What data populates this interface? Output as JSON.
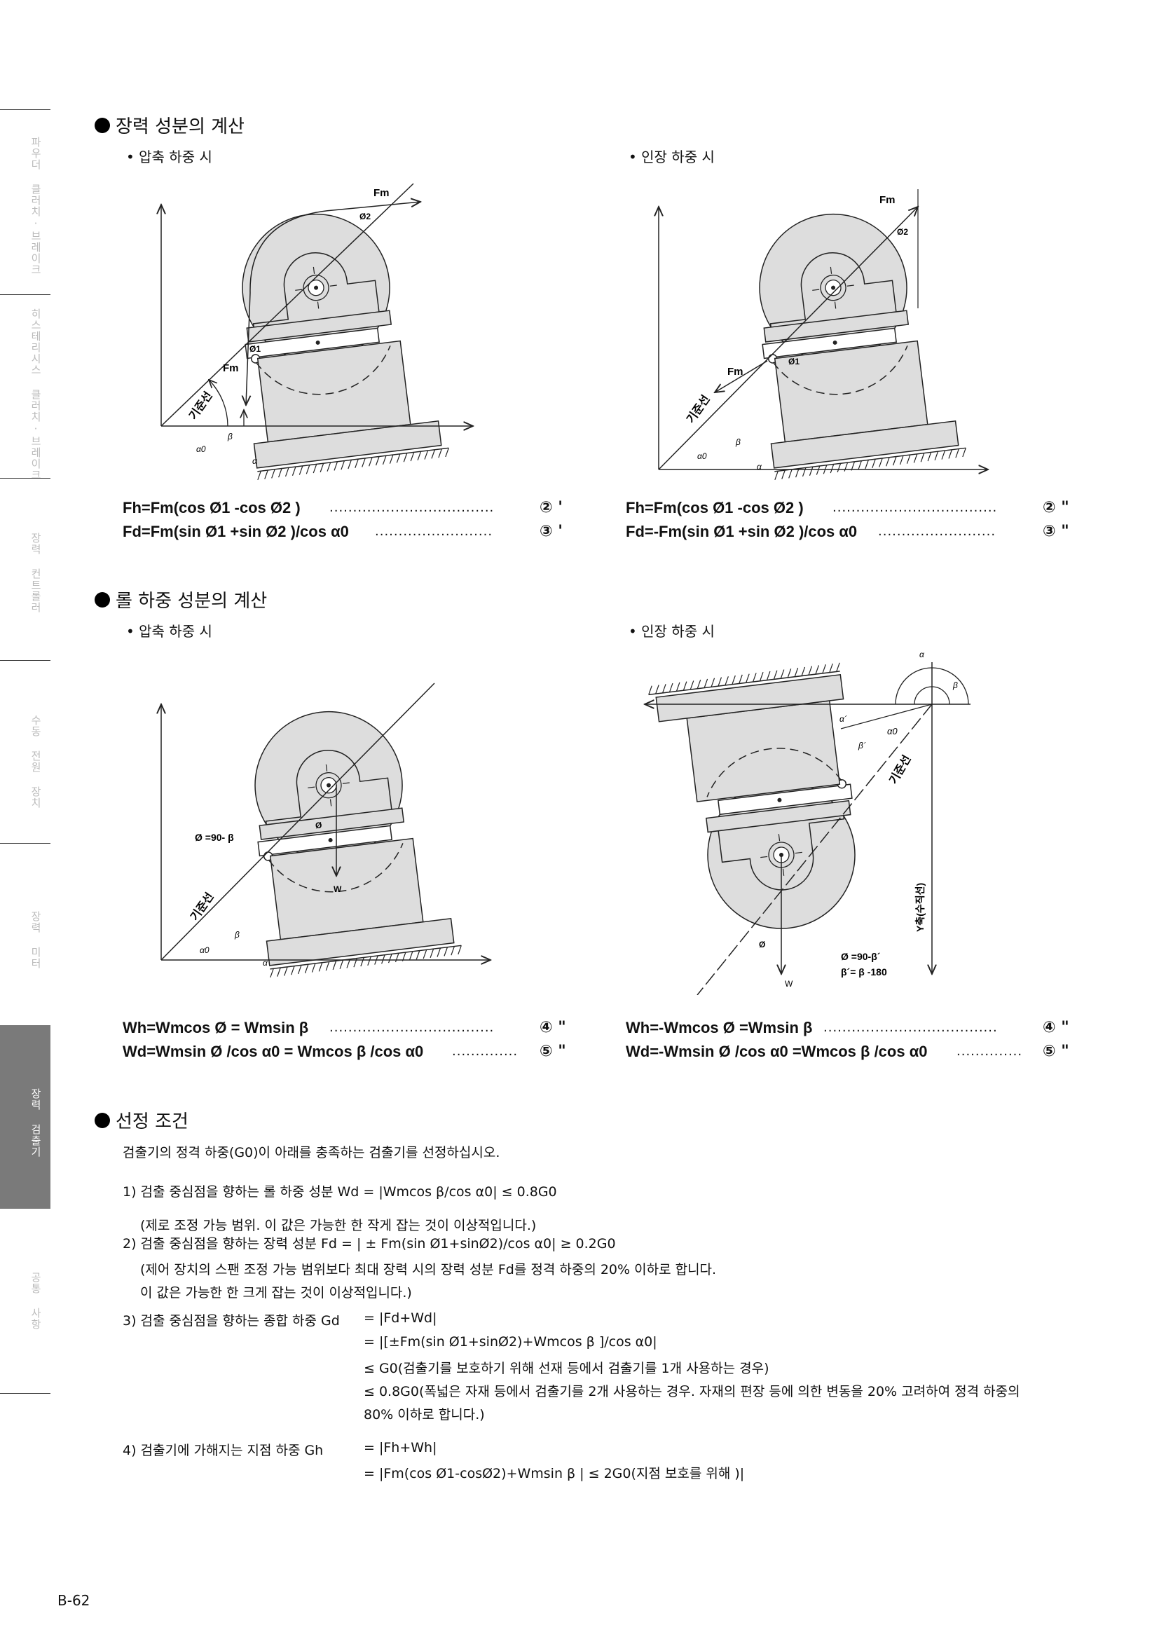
{
  "sidebar": {
    "items": [
      {
        "label": "파우더 클러치·브레이크"
      },
      {
        "label": "히스테리시스 클러치·브레이크"
      },
      {
        "label": "장력 컨트롤러"
      },
      {
        "label": "수동 전원 장치"
      },
      {
        "label": "장력 미터"
      },
      {
        "label": "장력 검출기",
        "active": true
      },
      {
        "label": "공통 사항"
      }
    ],
    "active_color": "#7a7a7a"
  },
  "section1": {
    "title": "장력 성분의 계산",
    "left_sub": "• 압축 하중 시",
    "right_sub": "• 인장 하중 시",
    "left_diagram": {
      "fm_top": "Fm",
      "phi2": "Ø2",
      "phi1": "Ø1",
      "fm_left": "Fm",
      "ref_line": "기준선",
      "beta": "β",
      "alpha0": "α0",
      "alpha": "α"
    },
    "right_diagram": {
      "fm_top": "Fm",
      "phi2": "Ø2",
      "phi1": "Ø1",
      "fm_left": "Fm",
      "ref_line": "기준선",
      "beta": "β",
      "alpha0": "α0",
      "alpha": "α"
    },
    "formulas_left": [
      {
        "text": "Fh=Fm(cos Ø1 -cos Ø2 )",
        "ref": "② '"
      },
      {
        "text": "Fd=Fm(sin Ø1 +sin Ø2 )/cos α0",
        "ref": "③ '"
      }
    ],
    "formulas_right": [
      {
        "text": "Fh=Fm(cos Ø1 -cos Ø2 )",
        "ref": "② \""
      },
      {
        "text": "Fd=-Fm(sin Ø1 +sin Ø2 )/cos α0",
        "ref": "③ \""
      }
    ]
  },
  "section2": {
    "title": "롤 하중 성분의 계산",
    "left_sub": "• 압축 하중 시",
    "right_sub": "• 인장 하중 시",
    "left_diagram": {
      "phi_eq": "Ø =90- β",
      "phi": "Ø",
      "w": "W",
      "ref_line": "기준선",
      "beta": "β",
      "alpha0": "α0",
      "alpha": "α"
    },
    "right_diagram": {
      "alpha": "α",
      "beta": "β",
      "alpha_p": "α´",
      "alpha0": "α0",
      "beta_p": "β´",
      "ref_line": "기준선",
      "y_axis": "Y축(수직선)",
      "phi": "Ø",
      "w": "W",
      "eq1": "Ø =90-β´",
      "eq2": "β´= β -180"
    },
    "formulas_left": [
      {
        "text": "Wh=Wmcos Ø = Wmsin β",
        "ref": "④ \""
      },
      {
        "text": "Wd=Wmsin Ø /cos α0 = Wmcos β /cos α0",
        "ref": "⑤ \""
      }
    ],
    "formulas_right": [
      {
        "text": "Wh=-Wmcos Ø =Wmsin β",
        "ref": "④ \""
      },
      {
        "text": "Wd=-Wmsin Ø /cos α0 =Wmcos β /cos α0",
        "ref": "⑤ \""
      }
    ]
  },
  "section3": {
    "title": "선정 조건",
    "intro": "검출기의 정격 하중(G0)이 아래를 충족하는 검출기를 선정하십시오.",
    "c1": {
      "line": "1)  검출 중심점을 향하는 롤 하중 성분 Wd = |Wmcos β/cos α0| ≤ 0.8G0",
      "note": "(제로 조정 가능 범위. 이 값은 가능한 한 작게 잡는 것이 이상적입니다.)"
    },
    "c2": {
      "line": "2)  검출 중심점을 향하는 장력 성분 Fd = | ± Fm(sin Ø1+sinØ2)/cos α0| ≥ 0.2G0",
      "note1": "(제어 장치의 스팬 조정 가능 범위보다 최대 장력 시의 장력 성분 Fd를 정격 하중의 20% 이하로 합니다.",
      "note2": "이 값은 가능한 한 크게 잡는 것이 이상적입니다.)"
    },
    "c3": {
      "label": "3)  검출 중심점을 향하는 종합 하중 Gd",
      "v1": "= |Fd+Wd|",
      "v2": "= |[±Fm(sin Ø1+sinØ2)+Wmcos β ]/cos α0|",
      "v3": "≤ G0(검출기를 보호하기 위해 선재 등에서 검출기를 1개 사용하는 경우)",
      "v4": "≤ 0.8G0(폭넓은 자재 등에서 검출기를 2개 사용하는 경우. 자재의 편장 등에 의한 변동을 20% 고려하여 정격 하중의",
      "v5": "80% 이하로 합니다.)"
    },
    "c4": {
      "label": "4)  검출기에 가해지는 지점 하중 Gh",
      "v1": "= |Fh+Wh|",
      "v2": "= |Fm(cos Ø1-cosØ2)+Wmsin β | ≤ 2G0(지점 보호를 위해 )|"
    }
  },
  "page_number": "B-62"
}
